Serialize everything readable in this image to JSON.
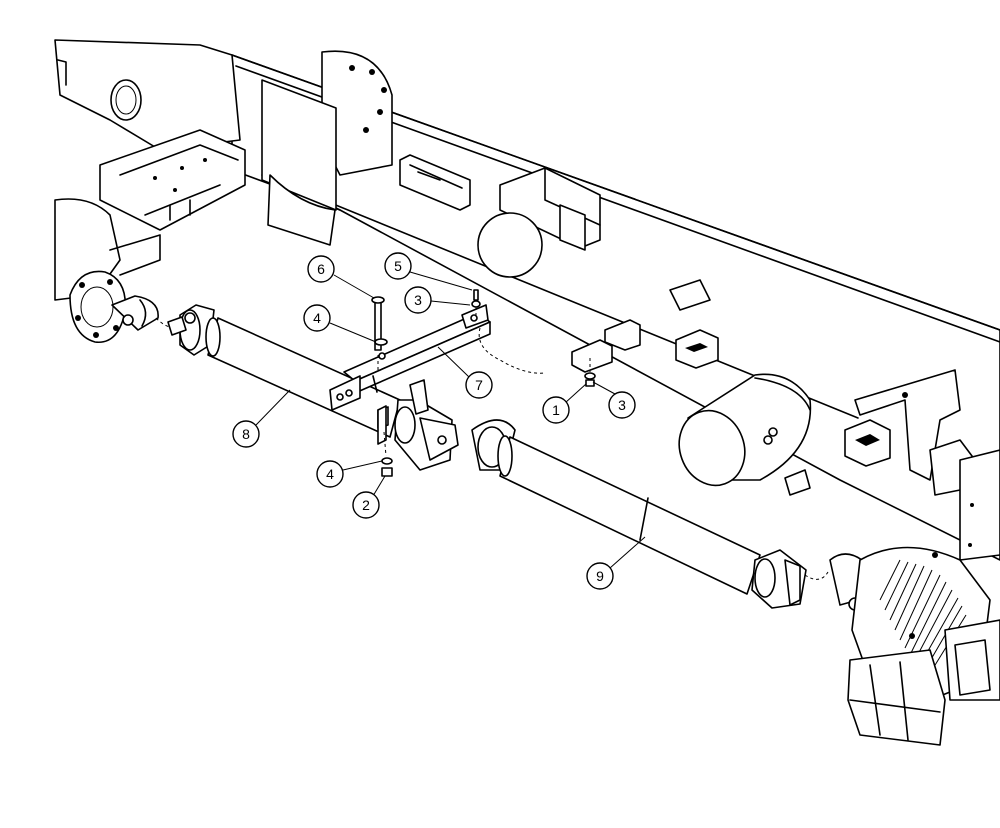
{
  "callouts": [
    {
      "id": "c1",
      "label": "1"
    },
    {
      "id": "c2",
      "label": "2"
    },
    {
      "id": "c3a",
      "label": "3"
    },
    {
      "id": "c3b",
      "label": "3"
    },
    {
      "id": "c4a",
      "label": "4"
    },
    {
      "id": "c4b",
      "label": "4"
    },
    {
      "id": "c5",
      "label": "5"
    },
    {
      "id": "c6",
      "label": "6"
    },
    {
      "id": "c7",
      "label": "7"
    },
    {
      "id": "c8",
      "label": "8"
    },
    {
      "id": "c9",
      "label": "9"
    }
  ],
  "colors": {
    "line": "#000000",
    "background": "#ffffff",
    "shade": "#e9e9e9"
  }
}
